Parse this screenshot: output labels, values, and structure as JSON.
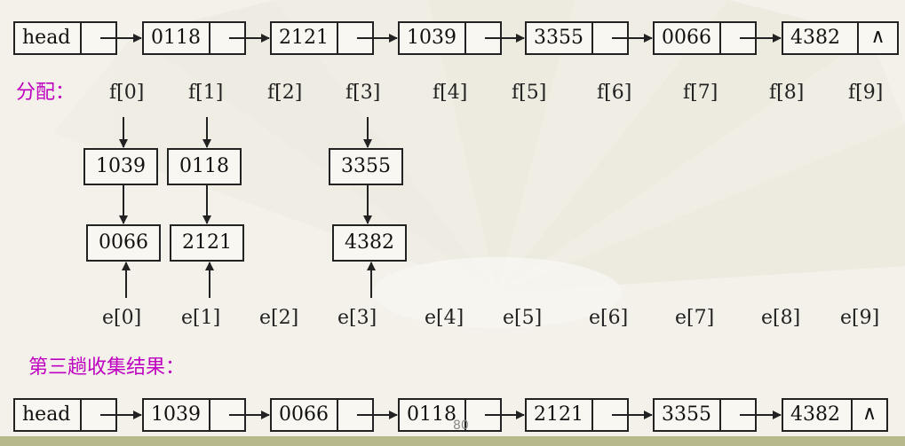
{
  "initial_list": {
    "head": "head",
    "nodes": [
      "0118",
      "2121",
      "1039",
      "3355",
      "0066",
      "4382"
    ],
    "null_symbol": "∧"
  },
  "distribution": {
    "heading": "分配：",
    "f_labels": [
      "f[0]",
      "f[1]",
      "f[2]",
      "f[3]",
      "f[4]",
      "f[5]",
      "f[6]",
      "f[7]",
      "f[8]",
      "f[9]"
    ],
    "e_labels": [
      "e[0]",
      "e[1]",
      "e[2]",
      "e[3]",
      "e[4]",
      "e[5]",
      "e[6]",
      "e[7]",
      "e[8]",
      "e[9]"
    ],
    "buckets": [
      {
        "index": 0,
        "items": [
          "1039",
          "0066"
        ]
      },
      {
        "index": 1,
        "items": [
          "0118",
          "2121"
        ]
      },
      {
        "index": 3,
        "items": [
          "3355",
          "4382"
        ]
      }
    ]
  },
  "result": {
    "heading": "第三趟收集结果：",
    "head": "head",
    "nodes": [
      "1039",
      "0066",
      "0118",
      "2121",
      "3355",
      "4382"
    ],
    "null_symbol": "∧"
  },
  "page_number": "80",
  "colors": {
    "heading": "#c000c0",
    "line": "#222222",
    "background": "#f3f1ea",
    "footer_bar": "#b7b98b"
  }
}
